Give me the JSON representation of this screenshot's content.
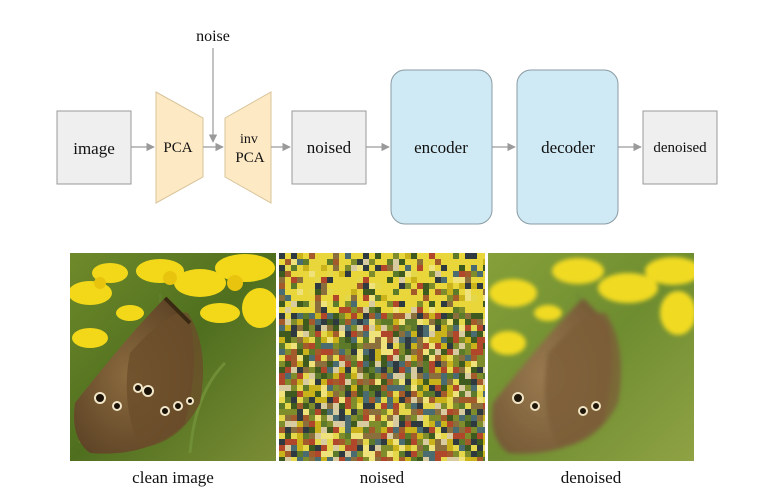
{
  "pipeline": {
    "noise_label": "noise",
    "image_label": "image",
    "pca_label": "PCA",
    "inv_pca_line1": "inv",
    "inv_pca_line2": "PCA",
    "noised_label": "noised",
    "encoder_label": "encoder",
    "decoder_label": "decoder",
    "denoised_label": "denoised"
  },
  "colors": {
    "gray_box": "#efefef",
    "gray_border": "#9a9a9a",
    "pca_fill": "#fde9c4",
    "pca_border": "#d8c49a",
    "blue_box": "#cfeaf4",
    "blue_border": "#8a9ba3",
    "arrow": "#9a9a9a"
  },
  "panels": {
    "clean_caption": "clean image",
    "noised_caption": "noised",
    "denoised_caption": "denoised"
  }
}
